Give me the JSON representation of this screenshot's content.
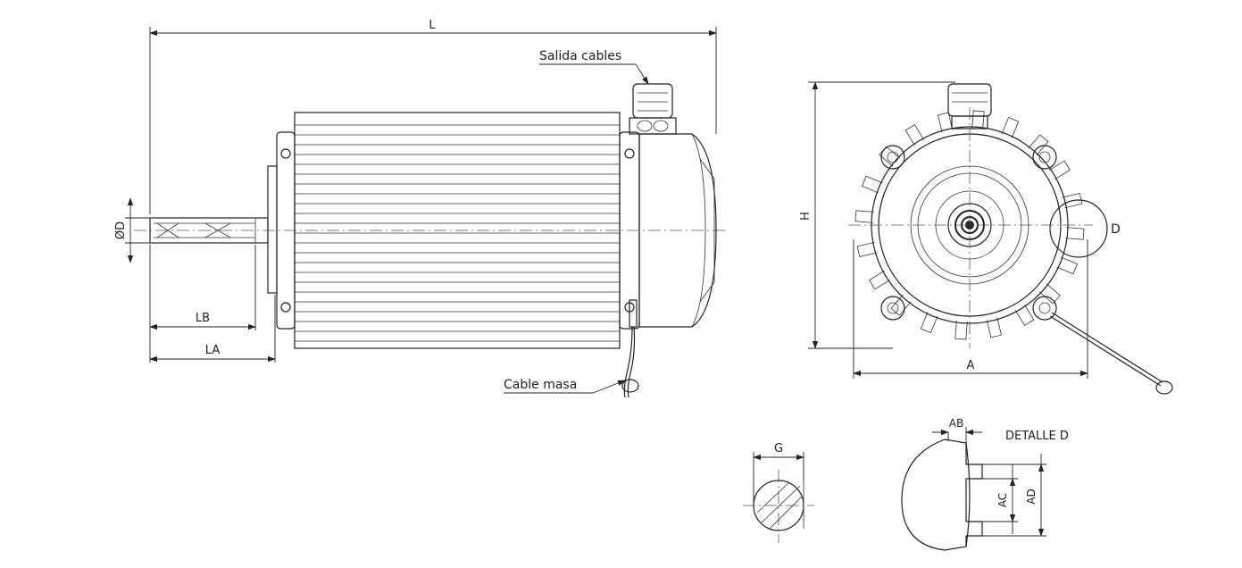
{
  "labels": {
    "salida_cables": "Salida cables",
    "cable_masa": "Cable masa",
    "detalle_d": "DETALLE D",
    "circle_d": "D"
  },
  "dimensions": {
    "L": "L",
    "H": "H",
    "A": "A",
    "LA": "LA",
    "LB": "LB",
    "D": "ØD",
    "G": "G",
    "AB": "AB",
    "AC": "AC",
    "AD": "AD"
  }
}
